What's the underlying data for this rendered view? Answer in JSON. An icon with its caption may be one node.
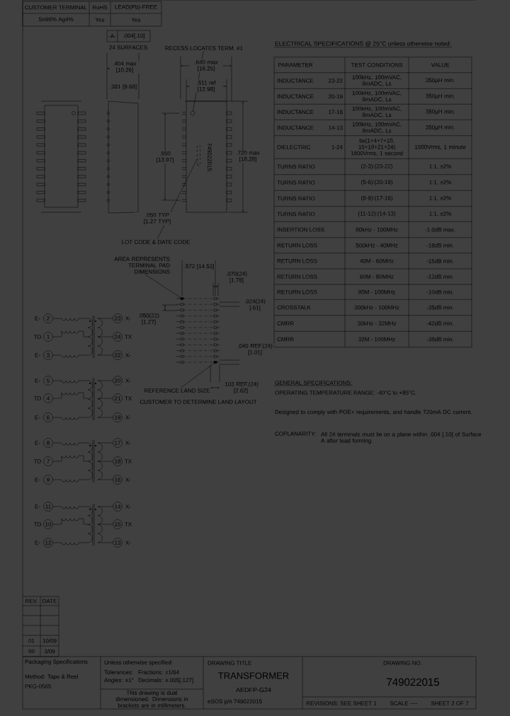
{
  "diagram": {
    "nodes": [
      {
        "text": [
          "RECESS LOCATES TERM. #1"
        ]
      },
      {
        "text": [],
        "shape": "circle"
      },
      {
        "text": [
          "LOT CODE & DATE CODE"
        ]
      },
      {
        "text": [],
        "shape": "box"
      },
      {
        "text": [
          "AREA REPRESENTS TERMINAL PAD DIMENSIONS"
        ]
      },
      {
        "text": [],
        "shape": "box"
      },
      {
        "text": [
          "REFERENCE LAND SIZE"
        ]
      },
      {
        "text": [],
        "shape": "box"
      },
      {
        "text": [],
        "shape": "picture"
      },
      {
        "text": [
          "2"
        ],
        "beside": [
          "E-"
        ]
      },
      {
        "text": [
          "1"
        ],
        "beside": [
          "TD"
        ]
      },
      {
        "text": [
          "3"
        ],
        "beside": [
          "E-"
        ]
      },
      {
        "text": [
          "23"
        ],
        "beside": [
          "X-"
        ]
      },
      {
        "text": [
          "24"
        ],
        "beside": [
          "TX"
        ]
      },
      {
        "text": [
          "22"
        ],
        "beside": [
          "X-"
        ]
      },
      {
        "text": [],
        "shape": "picture"
      },
      {
        "text": [
          "5"
        ],
        "beside": [
          "E-"
        ]
      },
      {
        "text": [
          "4"
        ],
        "beside": [
          "TD"
        ]
      },
      {
        "text": [
          "6"
        ],
        "beside": [
          "E-"
        ]
      },
      {
        "text": [
          "20"
        ],
        "beside": [
          "X-"
        ]
      },
      {
        "text": [
          "21"
        ],
        "beside": [
          "TX"
        ]
      },
      {
        "text": [
          "19"
        ],
        "beside": [
          "X-"
        ]
      },
      {
        "text": [],
        "shape": "picture"
      },
      {
        "text": [
          "8"
        ],
        "beside": [
          "E-"
        ]
      },
      {
        "text": [
          "7"
        ],
        "beside": [
          "TD"
        ]
      },
      {
        "text": [
          "9"
        ],
        "beside": [
          "E-"
        ]
      },
      {
        "text": [
          "17"
        ],
        "beside": [
          "X-"
        ]
      },
      {
        "text": [
          "18"
        ],
        "beside": [
          "TX"
        ]
      },
      {
        "text": [
          "16"
        ],
        "beside": [
          "X-"
        ]
      },
      {
        "text": [],
        "shape": "picture"
      },
      {
        "text": [
          "11"
        ],
        "beside": [
          "E-"
        ]
      },
      {
        "text": [
          "10"
        ],
        "beside": [
          "TD"
        ]
      },
      {
        "text": [
          "12"
        ],
        "beside": [
          "E-"
        ]
      },
      {
        "text": [
          "14"
        ],
        "beside": [
          "X-"
        ]
      },
      {
        "text": [
          "15"
        ],
        "beside": [
          "TX"
        ]
      },
      {
        "text": [
          "13"
        ],
        "beside": [
          "X-"
        ]
      }
    ],
    "edges": [
      {
        "from": 0,
        "to": 1,
        "arrow": "none"
      },
      {
        "from": 2,
        "to": 3,
        "arrow": "none"
      },
      {
        "from": 4,
        "to": 5,
        "arrow": "none"
      },
      {
        "from": 6,
        "to": 7,
        "arrow": "none"
      },
      {
        "from": 9,
        "to": 8,
        "arrow": "none"
      },
      {
        "from": 10,
        "to": 8,
        "arrow": "none"
      },
      {
        "from": 11,
        "to": 8,
        "arrow": "none"
      },
      {
        "from": 12,
        "to": 8,
        "arrow": "none"
      },
      {
        "from": 13,
        "to": 8,
        "arrow": "none"
      },
      {
        "from": 14,
        "to": 8,
        "arrow": "none"
      },
      {
        "from": 16,
        "to": 15,
        "arrow": "none"
      },
      {
        "from": 17,
        "to": 15,
        "arrow": "none"
      },
      {
        "from": 18,
        "to": 15,
        "arrow": "none"
      },
      {
        "from": 19,
        "to": 15,
        "arrow": "none"
      },
      {
        "from": 20,
        "to": 15,
        "arrow": "none"
      },
      {
        "from": 21,
        "to": 15,
        "arrow": "none"
      },
      {
        "from": 23,
        "to": 22,
        "arrow": "none"
      },
      {
        "from": 24,
        "to": 22,
        "arrow": "none"
      },
      {
        "from": 25,
        "to": 22,
        "arrow": "none"
      },
      {
        "from": 26,
        "to": 22,
        "arrow": "none"
      },
      {
        "from": 27,
        "to": 22,
        "arrow": "none"
      },
      {
        "from": 28,
        "to": 22,
        "arrow": "none"
      },
      {
        "from": 30,
        "to": 29,
        "arrow": "none"
      },
      {
        "from": 31,
        "to": 29,
        "arrow": "none"
      },
      {
        "from": 32,
        "to": 29,
        "arrow": "none"
      },
      {
        "from": 33,
        "to": 29,
        "arrow": "none"
      },
      {
        "from": 34,
        "to": 29,
        "arrow": "none"
      },
      {
        "from": 35,
        "to": 29,
        "arrow": "none"
      }
    ],
    "labels": [
      "CUSTOMER TERMINAL",
      "RoHS",
      "LEAD(Pb)-FREE",
      "Sn96% Ag4%",
      "Yes",
      "Yes",
      "ELECTRICAL SPECIFICATIONS @ 25°C unless otherwise noted:",
      "-A-",
      ".004[.10]",
      "24 SURFACES",
      ".404 max [10.26]",
      ".381 [9.68]",
      ".640 max [16.25]",
      ".511 ref [12.98]",
      "749022015",
      ".550 [13.97]",
      ".720 max [18.28]",
      ".050 TYP [1.27 TYP]",
      ".572 [14.53]",
      ".070(24) [1.78]",
      ".024(24) [.61]",
      ".050(22) [1.27]",
      ".040 REF.(24) [1.01]",
      ".103 REF.(24) [2.62]",
      "CUSTOMER TO DETERMINE LAND LAYOUT",
      "PARAMETER",
      "TEST CONDITIONS",
      "VALUE",
      "INDUCTANCE",
      "23-22",
      "100kHz, 100mVAC, 8mADC, Ls",
      "350µH min.",
      "INDUCTANCE",
      "20-19",
      "100kHz, 100mVAC, 8mADC, Ls",
      "350µH min.",
      "INDUCTANCE",
      "17-16",
      "100kHz, 100mVAC, 8mADC, Ls",
      "350µH min.",
      "INDUCTANCE",
      "14-13",
      "100kHz, 100mVAC, 8mADC, Ls",
      "350µH min.",
      "DIELECTRIC",
      "1-24",
      "tie(1+4+7+10, 15+18+21+24) 1800Vrms, 1 second",
      "1500Vrms, 1 minute",
      "TURNS RATIO",
      "(2-3):(23-22)",
      "1:1, ±2%",
      "TURNS RATIO",
      "(5-6):(20-19)",
      "1:1, ±2%",
      "TURNS RATIO",
      "(8-9):(17-16)",
      "1:1, ±2%",
      "TURNS RATIO",
      "(11-12):(14-13)",
      "1:1, ±2%",
      "INSERTION LOSS",
      "80kHz - 100MHz",
      "-1.0dB max.",
      "RETURN LOSS",
      "500kHz - 40MHz",
      "-18dB min.",
      "RETURN LOSS",
      "40M - 60MHz",
      "-15dB min.",
      "RETURN LOSS",
      "60M - 80MHz",
      "-12dB min.",
      "RETURN LOSS",
      "80M - 100MHz",
      "-10dB min.",
      "CROSSTALK",
      "300kHz - 100MHz",
      "-35dB min.",
      "CMRR",
      "30kHz - 32MHz",
      "-42dB min.",
      "CMRR",
      "32M - 100MHz",
      "-38dB min.",
      "GENERAL SPECIFICATIONS:",
      "OPERATING TEMPERATURE RANGE: -40°C to +85°C.",
      "Designed to comply with POE+ requirements, and handle 720mA DC current.",
      "COPLANARITY:",
      "All 24 terminals must lie on a plane within .004 [.10] of Surface A after lead forming.",
      "REV.",
      "DATE",
      "01",
      "10/09",
      "00",
      "3/09",
      "Packaging Specifications",
      "Method: Tape & Reel",
      "PKG-0565",
      "Unless otherwise specified:",
      "Tolerances:",
      "Fractions: ±1/64",
      "Angles: ±1°",
      "Decimals: ±.005[.127]",
      "This drawing is dual dimensioned. Dimensions in brackets are in millimeters.",
      "DRAWING TITLE",
      "TRANSFORMER",
      "AEDFP-G24",
      "eSOS p/n 749022015",
      "DRAWING NO.",
      "749022015",
      "REVISIONS: SEE SHEET 1",
      "SCALE ----",
      "SHEET 2 OF 7"
    ]
  }
}
